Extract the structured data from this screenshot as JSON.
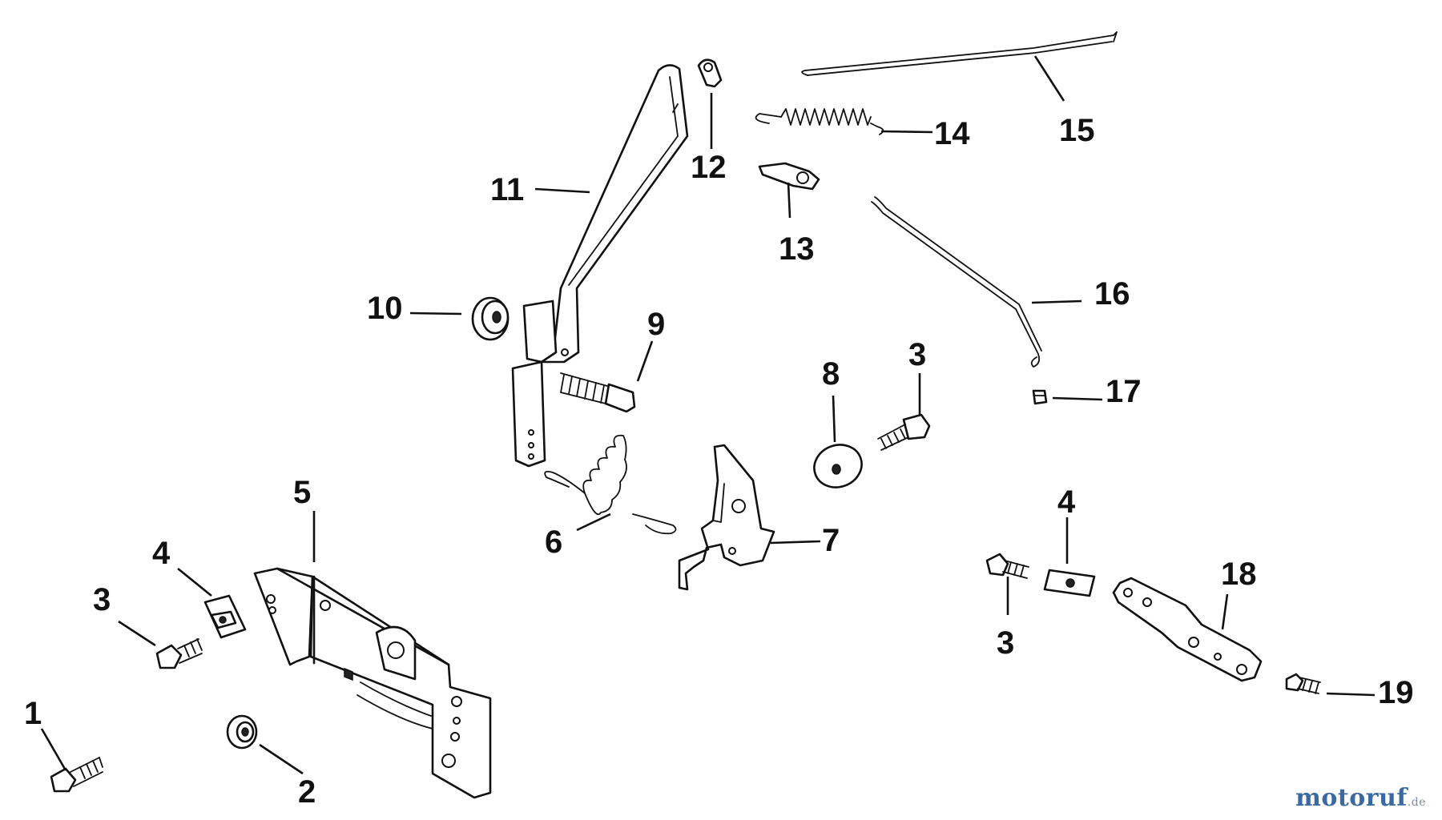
{
  "diagram": {
    "callouts": [
      {
        "id": "c1",
        "text": "1"
      },
      {
        "id": "c2",
        "text": "2"
      },
      {
        "id": "c3a",
        "text": "3"
      },
      {
        "id": "c3b",
        "text": "3"
      },
      {
        "id": "c3c",
        "text": "3"
      },
      {
        "id": "c4a",
        "text": "4"
      },
      {
        "id": "c4b",
        "text": "4"
      },
      {
        "id": "c5",
        "text": "5"
      },
      {
        "id": "c6",
        "text": "6"
      },
      {
        "id": "c7",
        "text": "7"
      },
      {
        "id": "c8",
        "text": "8"
      },
      {
        "id": "c9",
        "text": "9"
      },
      {
        "id": "c10",
        "text": "10"
      },
      {
        "id": "c11",
        "text": "11"
      },
      {
        "id": "c12",
        "text": "12"
      },
      {
        "id": "c13",
        "text": "13"
      },
      {
        "id": "c14",
        "text": "14"
      },
      {
        "id": "c15",
        "text": "15"
      },
      {
        "id": "c16",
        "text": "16"
      },
      {
        "id": "c17",
        "text": "17"
      },
      {
        "id": "c18",
        "text": "18"
      },
      {
        "id": "c19",
        "text": "19"
      }
    ]
  },
  "watermark": {
    "brand": "motoruf",
    "tld": ".de"
  }
}
